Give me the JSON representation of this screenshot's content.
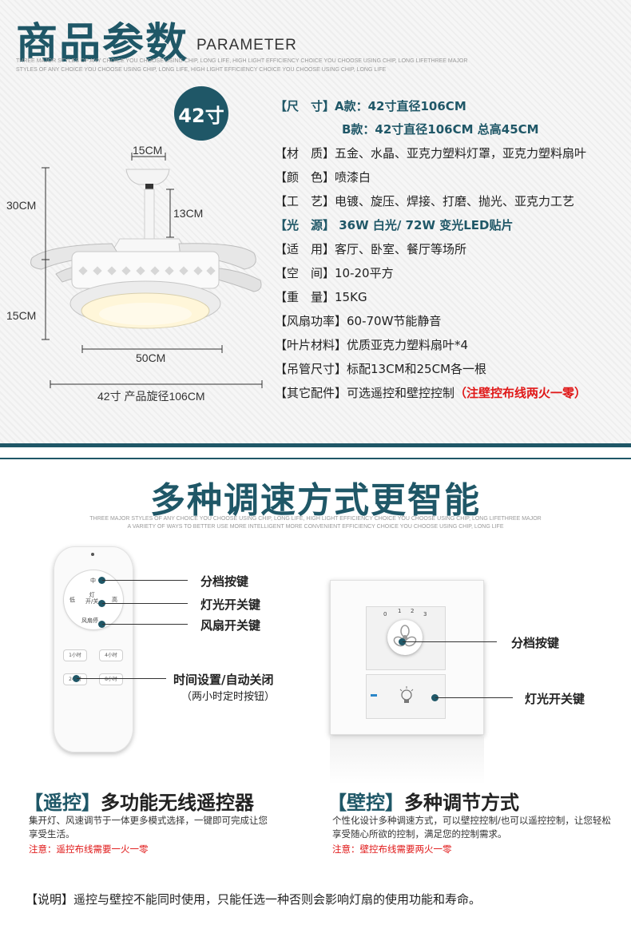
{
  "parameters": {
    "title": "商品参数",
    "title_en": "PARAMETER",
    "subtitle_line1": "THREE MAJOR STYLES OF ANY CHOICE YOU CHOOSE USING CHIP, LONG LIFE, HIGH LIGHT EFFICIENCY  CHOICE YOU CHOOSE USING CHIP, LONG LIFETHREE MAJOR",
    "subtitle_line2": "STYLES OF ANY CHOICE YOU CHOOSE  USING CHIP, LONG LIFE, HIGH LIGHT EFFICIENCY  CHOICE YOU CHOOSE USING CHIP, LONG LIFE",
    "size_badge": "42寸",
    "dimensions": {
      "top_width": "15CM",
      "total_height": "30CM",
      "rod_length": "13CM",
      "light_height": "15CM",
      "light_diameter": "50CM",
      "span": "42寸 产品旋径106CM"
    },
    "specs": [
      {
        "key": "【尺　寸】",
        "value": "A款：42寸直径106CM",
        "highlight": true
      },
      {
        "key": "",
        "value": "B款：42寸直径106CM  总高45CM",
        "highlight": true
      },
      {
        "key": "【材　质】",
        "value": "五金、水晶、亚克力塑料灯罩，亚克力塑料扇叶",
        "highlight": false
      },
      {
        "key": "【颜　色】",
        "value": "喷漆白",
        "highlight": false
      },
      {
        "key": "【工　艺】",
        "value": "电镀、旋压、焊接、打磨、抛光、亚克力工艺",
        "highlight": false
      },
      {
        "key": "【光　源】",
        "value": " 36W 白光/ 72W 变光LED贴片",
        "highlight": true
      },
      {
        "key": "【适　用】",
        "value": "客厅、卧室、餐厅等场所",
        "highlight": false
      },
      {
        "key": "【空　间】",
        "value": "10-20平方",
        "highlight": false
      },
      {
        "key": "【重　量】",
        "value": "15KG",
        "highlight": false
      },
      {
        "key": "【风扇功率】",
        "value": "60-70W节能静音",
        "highlight": false
      },
      {
        "key": "【叶片材料】",
        "value": "优质亚克力塑料扇叶*4",
        "highlight": false
      },
      {
        "key": "【吊管尺寸】",
        "value": "标配13CM和25CM各一根",
        "highlight": false
      },
      {
        "key": "【其它配件】",
        "value": "可选遥控和壁控控制",
        "highlight": false,
        "note": "（注壁控布线两火一零）"
      }
    ]
  },
  "controls": {
    "title": "多种调速方式更智能",
    "subtitle_line1": "THREE MAJOR STYLES OF ANY CHOICE YOU CHOOSE USING CHIP, LONG LIFE, HIGH LIGHT EFFICIENCY  CHOICE YOU CHOOSE USING CHIP, LONG LIFETHREE MAJOR",
    "subtitle_line2": "A VARIETY OF WAYS TO BETTER USE MORE INTELLIGENT MORE CONVENIENT EFFICIENCY  CHOICE YOU CHOOSE USING CHIP, LONG LIFE",
    "remote": {
      "wheel_top": "中",
      "wheel_left": "低",
      "wheel_center": "灯\n开/关",
      "wheel_right": "高",
      "wheel_bottom": "风扇停",
      "btn_1h": "1小时",
      "btn_4h": "4小时",
      "btn_2h": "2小时",
      "btn_8h": "8小时",
      "callout_speed": "分档按键",
      "callout_light": "灯光开关键",
      "callout_fan": "风扇开关键",
      "callout_timer": "时间设置/自动关闭",
      "callout_timer_sub": "（两小时定时按钮）"
    },
    "wall": {
      "knob_marks": [
        "0",
        "1",
        "2",
        "3"
      ],
      "callout_speed": "分档按键",
      "callout_light": "灯光开关键"
    },
    "remote_mode": {
      "title_bracket_open": "【",
      "title_name": "遥控",
      "title_bracket_close": "】",
      "title_desc": "多功能无线遥控器",
      "desc": "集开灯、风速调节于一体更多模式选择，一键即可完成让您享受生活。",
      "note": "注意：遥控布线需要一火一零"
    },
    "wall_mode": {
      "title_bracket_open": "【",
      "title_name": "壁控",
      "title_bracket_close": "】",
      "title_desc": "多种调节方式",
      "desc": "个性化设计多种调速方式，可以壁控控制/也可以遥控控制，让您轻松享受随心所欲的控制，满足您的控制需求。",
      "note": "注意：壁控布线需要两火一零"
    },
    "footer": "【说明】遥控与壁控不能同时使用，只能任选一种否则会影响灯扇的使用功能和寿命。"
  },
  "colors": {
    "brand": "#1f5767",
    "warning": "#e01818"
  }
}
